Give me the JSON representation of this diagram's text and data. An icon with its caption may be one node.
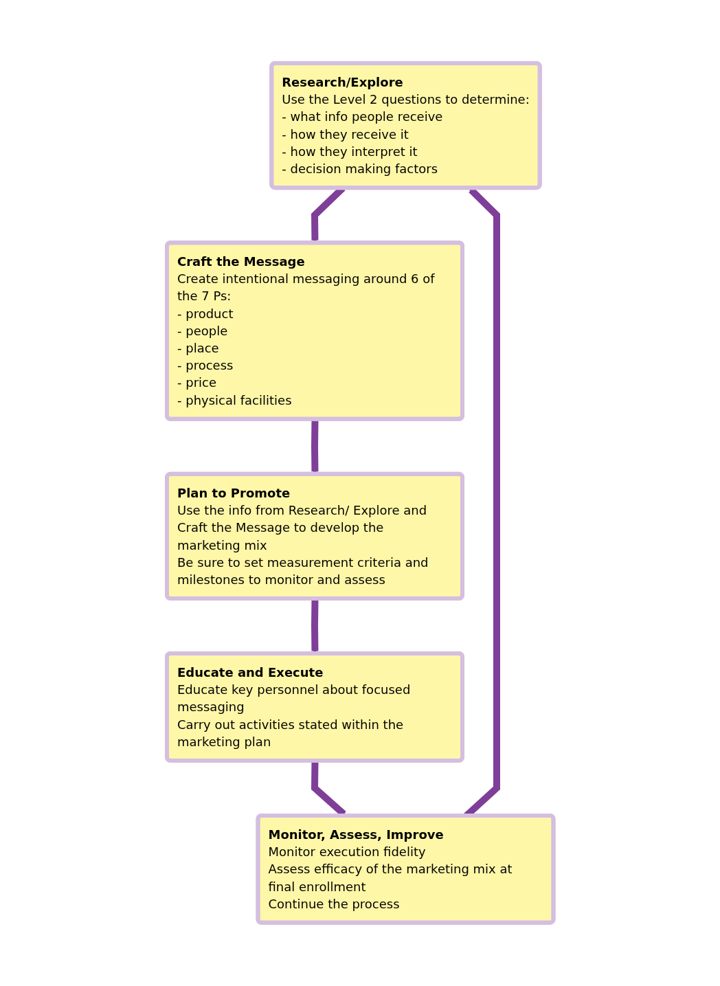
{
  "diagram": {
    "nodes": [
      {
        "text": [
          "Research/Explore",
          "Use the Level 2 questions to determine:",
          "- what info people receive",
          "- how they receive it",
          "- how they interpret it",
          "- decision making factors"
        ]
      },
      {
        "text": [
          "Craft the Message",
          "Create intentional messaging around 6 of the 7 Ps:",
          "- product",
          "- people",
          "- place",
          "- process",
          "- price",
          "- physical facilities"
        ]
      },
      {
        "text": [
          "Plan to Promote",
          "Use the info from Research/ Explore and Craft the Message to develop the marketing mix",
          "Be sure to set measurement criteria and milestones to monitor and assess"
        ]
      },
      {
        "text": [
          "Monitor, Assess, Improve",
          "Monitor execution fidelity",
          "Assess efficacy of the marketing mix at final enrollment",
          "Continue the process"
        ]
      },
      {
        "text": [
          "Educate and Execute",
          "Educate key personnel about focused messaging",
          "Carry out activities stated within the marketing plan"
        ]
      }
    ],
    "edges": [
      {
        "from": 0,
        "to": 1,
        "arrow": "to"
      },
      {
        "from": 1,
        "to": 2,
        "arrow": "to"
      },
      {
        "from": 2,
        "to": 4,
        "arrow": "to"
      },
      {
        "from": 4,
        "to": 3,
        "arrow": "to"
      },
      {
        "from": 3,
        "to": 0,
        "arrow": "to"
      }
    ]
  }
}
